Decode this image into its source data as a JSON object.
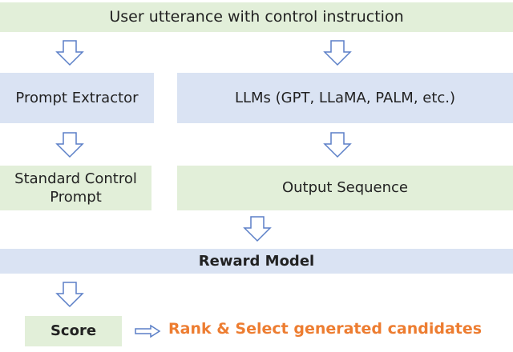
{
  "nodes": {
    "user_utterance": "User utterance with control instruction",
    "prompt_extractor": "Prompt Extractor",
    "llms": "LLMs (GPT, LLaMA, PALM, etc.)",
    "standard_control_prompt": "Standard Control Prompt",
    "output_sequence": "Output Sequence",
    "reward_model": "Reward Model",
    "score": "Score",
    "rank_select": "Rank & Select generated candidates"
  },
  "colors": {
    "green_box": "#e2efd9",
    "blue_box": "#dae3f3",
    "arrow_outline": "#5b7fc7",
    "highlight_text": "#ed7d31"
  },
  "icons": [
    "down-arrow-icon",
    "right-arrow-icon"
  ]
}
